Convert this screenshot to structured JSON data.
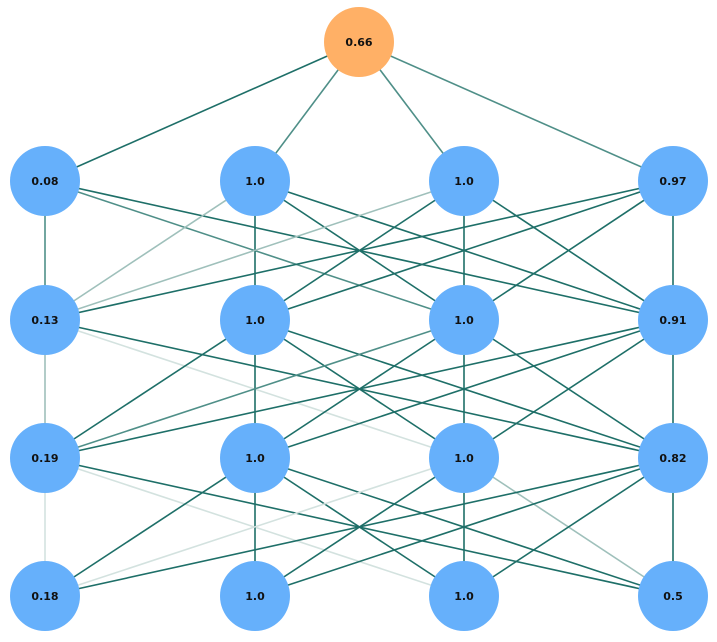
{
  "colors": {
    "node_fill": "#66b0fb",
    "output_fill": "#ffb066",
    "edge_strong": "#1e6f68",
    "edge_medium": "#4f8f88",
    "edge_weak": "#9fc0bb",
    "edge_faint": "#d3e2df",
    "label_color": "#111111"
  },
  "output_node": {
    "id": "out",
    "label": "0.66"
  },
  "layers": [
    {
      "nodes": [
        {
          "id": "a0",
          "label": "0.08"
        },
        {
          "id": "a1",
          "label": "1.0"
        },
        {
          "id": "a2",
          "label": "1.0"
        },
        {
          "id": "a3",
          "label": "0.97"
        }
      ]
    },
    {
      "nodes": [
        {
          "id": "b0",
          "label": "0.13"
        },
        {
          "id": "b1",
          "label": "1.0"
        },
        {
          "id": "b2",
          "label": "1.0"
        },
        {
          "id": "b3",
          "label": "0.91"
        }
      ]
    },
    {
      "nodes": [
        {
          "id": "c0",
          "label": "0.19"
        },
        {
          "id": "c1",
          "label": "1.0"
        },
        {
          "id": "c2",
          "label": "1.0"
        },
        {
          "id": "c3",
          "label": "0.82"
        }
      ]
    },
    {
      "nodes": [
        {
          "id": "d0",
          "label": "0.18"
        },
        {
          "id": "d1",
          "label": "1.0"
        },
        {
          "id": "d2",
          "label": "1.0"
        },
        {
          "id": "d3",
          "label": "0.5"
        }
      ]
    }
  ],
  "edges": [
    {
      "from": "out",
      "to": "a0",
      "strength": "strong"
    },
    {
      "from": "out",
      "to": "a1",
      "strength": "medium"
    },
    {
      "from": "out",
      "to": "a2",
      "strength": "medium"
    },
    {
      "from": "out",
      "to": "a3",
      "strength": "medium"
    },
    {
      "from": "a0",
      "to": "b0",
      "strength": "medium"
    },
    {
      "from": "a0",
      "to": "b2",
      "strength": "medium"
    },
    {
      "from": "a0",
      "to": "b3",
      "strength": "strong"
    },
    {
      "from": "a1",
      "to": "b0",
      "strength": "weak"
    },
    {
      "from": "a1",
      "to": "b1",
      "strength": "strong"
    },
    {
      "from": "a1",
      "to": "b2",
      "strength": "strong"
    },
    {
      "from": "a1",
      "to": "b3",
      "strength": "strong"
    },
    {
      "from": "a2",
      "to": "b0",
      "strength": "weak"
    },
    {
      "from": "a2",
      "to": "b1",
      "strength": "strong"
    },
    {
      "from": "a2",
      "to": "b2",
      "strength": "strong"
    },
    {
      "from": "a2",
      "to": "b3",
      "strength": "strong"
    },
    {
      "from": "a3",
      "to": "b0",
      "strength": "strong"
    },
    {
      "from": "a3",
      "to": "b1",
      "strength": "strong"
    },
    {
      "from": "a3",
      "to": "b2",
      "strength": "strong"
    },
    {
      "from": "a3",
      "to": "b3",
      "strength": "strong"
    },
    {
      "from": "b0",
      "to": "c0",
      "strength": "weak"
    },
    {
      "from": "b0",
      "to": "c2",
      "strength": "faint"
    },
    {
      "from": "b0",
      "to": "c3",
      "strength": "strong"
    },
    {
      "from": "b1",
      "to": "c0",
      "strength": "strong"
    },
    {
      "from": "b1",
      "to": "c1",
      "strength": "strong"
    },
    {
      "from": "b1",
      "to": "c2",
      "strength": "strong"
    },
    {
      "from": "b1",
      "to": "c3",
      "strength": "strong"
    },
    {
      "from": "b2",
      "to": "c0",
      "strength": "medium"
    },
    {
      "from": "b2",
      "to": "c1",
      "strength": "strong"
    },
    {
      "from": "b2",
      "to": "c2",
      "strength": "strong"
    },
    {
      "from": "b2",
      "to": "c3",
      "strength": "strong"
    },
    {
      "from": "b3",
      "to": "c0",
      "strength": "strong"
    },
    {
      "from": "b3",
      "to": "c1",
      "strength": "strong"
    },
    {
      "from": "b3",
      "to": "c2",
      "strength": "strong"
    },
    {
      "from": "b3",
      "to": "c3",
      "strength": "strong"
    },
    {
      "from": "c0",
      "to": "d0",
      "strength": "faint"
    },
    {
      "from": "c0",
      "to": "d2",
      "strength": "faint"
    },
    {
      "from": "c0",
      "to": "d3",
      "strength": "strong"
    },
    {
      "from": "c1",
      "to": "d0",
      "strength": "strong"
    },
    {
      "from": "c1",
      "to": "d1",
      "strength": "strong"
    },
    {
      "from": "c1",
      "to": "d2",
      "strength": "strong"
    },
    {
      "from": "c1",
      "to": "d3",
      "strength": "strong"
    },
    {
      "from": "c2",
      "to": "d0",
      "strength": "faint"
    },
    {
      "from": "c2",
      "to": "d1",
      "strength": "strong"
    },
    {
      "from": "c2",
      "to": "d2",
      "strength": "strong"
    },
    {
      "from": "c2",
      "to": "d3",
      "strength": "weak"
    },
    {
      "from": "c3",
      "to": "d0",
      "strength": "strong"
    },
    {
      "from": "c3",
      "to": "d1",
      "strength": "strong"
    },
    {
      "from": "c3",
      "to": "d2",
      "strength": "strong"
    },
    {
      "from": "c3",
      "to": "d3",
      "strength": "strong"
    }
  ]
}
